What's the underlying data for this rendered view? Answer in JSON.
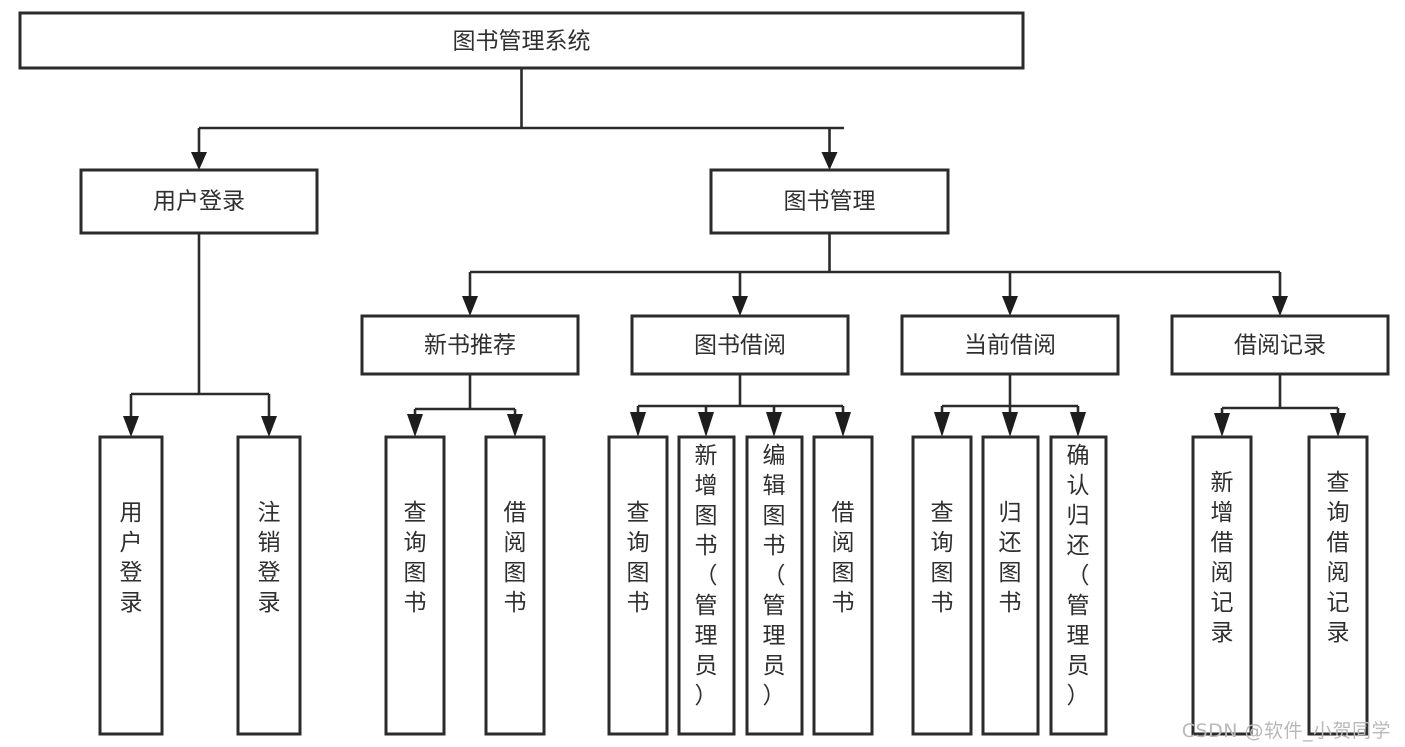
{
  "diagram": {
    "title": "图书管理系统",
    "type": "function-structure-tree",
    "watermark": "CSDN @软件_小贺同学",
    "colors": {
      "background": "#ffffff",
      "box_fill": "#ffffff",
      "box_stroke": "#2b2b2b",
      "text": "#2f2f2f",
      "watermark": "#b9b9b9"
    },
    "nodes": {
      "root": {
        "label": "图书管理系统",
        "level": 1,
        "orientation": "horizontal"
      },
      "l2": [
        {
          "id": "user-login",
          "label": "用户登录",
          "level": 2,
          "orientation": "horizontal"
        },
        {
          "id": "book-manage",
          "label": "图书管理",
          "level": 2,
          "orientation": "horizontal"
        }
      ],
      "l3": [
        {
          "id": "new-book-recommend",
          "label": "新书推荐",
          "level": 3,
          "orientation": "horizontal"
        },
        {
          "id": "book-borrow",
          "label": "图书借阅",
          "level": 3,
          "orientation": "horizontal"
        },
        {
          "id": "current-borrow",
          "label": "当前借阅",
          "level": 3,
          "orientation": "horizontal"
        },
        {
          "id": "borrow-record",
          "label": "借阅记录",
          "level": 3,
          "orientation": "horizontal"
        }
      ],
      "leaves": {
        "user_login": [
          {
            "id": "leaf-user-login",
            "label": "用户登录"
          },
          {
            "id": "leaf-logout-login",
            "label": "注销登录"
          }
        ],
        "new_book_recommend": [
          {
            "id": "leaf-query-book-1",
            "label": "查询图书"
          },
          {
            "id": "leaf-borrow-book-1",
            "label": "借阅图书"
          }
        ],
        "book_borrow": [
          {
            "id": "leaf-query-book-2",
            "label": "查询图书"
          },
          {
            "id": "leaf-add-book",
            "label": "新增图书（管理员）"
          },
          {
            "id": "leaf-edit-book",
            "label": "编辑图书（管理员）"
          },
          {
            "id": "leaf-borrow-book-2",
            "label": "借阅图书"
          }
        ],
        "current_borrow": [
          {
            "id": "leaf-query-book-3",
            "label": "查询图书"
          },
          {
            "id": "leaf-return-book",
            "label": "归还图书"
          },
          {
            "id": "leaf-confirm-return",
            "label": "确认归还（管理员）"
          }
        ],
        "borrow_record": [
          {
            "id": "leaf-add-borrow-record",
            "label": "新增借阅记录"
          },
          {
            "id": "leaf-query-borrow-record",
            "label": "查询借阅记录"
          }
        ]
      }
    },
    "edges": [
      {
        "from": "图书管理系统",
        "to": "用户登录"
      },
      {
        "from": "图书管理系统",
        "to": "图书管理"
      },
      {
        "from": "用户登录",
        "to": "用户登录"
      },
      {
        "from": "用户登录",
        "to": "注销登录"
      },
      {
        "from": "图书管理",
        "to": "新书推荐"
      },
      {
        "from": "图书管理",
        "to": "图书借阅"
      },
      {
        "from": "图书管理",
        "to": "当前借阅"
      },
      {
        "from": "图书管理",
        "to": "借阅记录"
      },
      {
        "from": "新书推荐",
        "to": "查询图书"
      },
      {
        "from": "新书推荐",
        "to": "借阅图书"
      },
      {
        "from": "图书借阅",
        "to": "查询图书"
      },
      {
        "from": "图书借阅",
        "to": "新增图书（管理员）"
      },
      {
        "from": "图书借阅",
        "to": "编辑图书（管理员）"
      },
      {
        "from": "图书借阅",
        "to": "借阅图书"
      },
      {
        "from": "当前借阅",
        "to": "查询图书"
      },
      {
        "from": "当前借阅",
        "to": "归还图书"
      },
      {
        "from": "当前借阅",
        "to": "确认归还（管理员）"
      },
      {
        "from": "借阅记录",
        "to": "新增借阅记录"
      },
      {
        "from": "借阅记录",
        "to": "查询借阅记录"
      }
    ]
  }
}
